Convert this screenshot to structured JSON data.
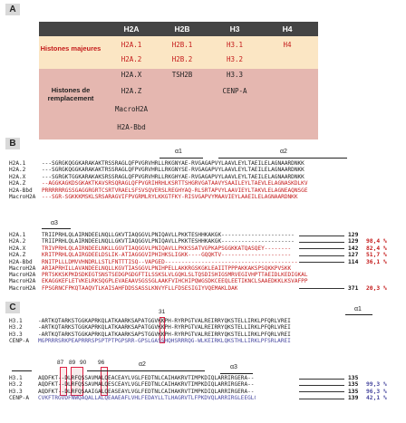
{
  "panels": {
    "a": "A",
    "b": "B",
    "c": "C"
  },
  "tableA": {
    "headers": [
      "H2A",
      "H2B",
      "H3",
      "H4"
    ],
    "major_label": "Histones majeures",
    "major": {
      "H2A": [
        "H2A.1",
        "H2A.2"
      ],
      "H2B": [
        "H2B.1",
        "H2B.2"
      ],
      "H3": [
        "H3.1",
        "H3.2"
      ],
      "H4": [
        "H4"
      ]
    },
    "replacement_label": "Histones de remplacement",
    "replacement": {
      "H2A": [
        "H2A.X",
        "H2A.Z",
        "MacroH2A",
        "H2A-Bbd"
      ],
      "H2B": [
        "TSH2B"
      ],
      "H3": [
        "H3.3",
        "CENP-A"
      ]
    }
  },
  "panelB": {
    "helices_top": [
      "α1",
      "α2"
    ],
    "block1": [
      {
        "name": "H2A.1",
        "seq": "---SGRGKQGGKARAKAKTRSSRAGLQFPVGRVHRLLRKGNYAE-RVGAGAPVYLAAVLEYLTAEILELAGNAARDNKK"
      },
      {
        "name": "H2A.2",
        "seq": "---SGRGKQGGKARAKAKTRSSRAGLQFPVGRVHRLLRKGNYSE-RVGAGAPVYLAAVLEYLTAEILELAGNAARDNKK"
      },
      {
        "name": "H2A.X",
        "seq": "---SGRGKTGGKARAKAKSRSSRAGLQFPVGRVHRLLRKGHYAE-RVGAGAPVYLAAVLEYLTAEILELAGNAARDNKK"
      },
      {
        "name": "H2A.Z",
        "seq": "--AGGKAGKDSGKAKTKAVSRSQRAGLQFPVGRIHRHLKSRTTSHGRVGATAAVYSAAILEYLTAEVLELAGNASKDLKV"
      },
      {
        "name": "H2A-Bbd",
        "seq": "PRRRRRRGSSGAGGRGRTCSRTVRAELSFSVSQVERSLREGHYAQ-RLSRTAPVYLAAVIEYLTAKVLELAGNEAQNSGE"
      },
      {
        "name": "MacroH2A",
        "seq": "---SGR-SGKKKMSKLSRSARAGVIFPVGRMLRYLKKGTFKY-RISVGAPVYMAAVIEYLAAEILELAGNAARDNKK"
      }
    ],
    "helix_bottom": "α3",
    "block2": [
      {
        "name": "H2A.1",
        "seq": "TRIIPRHLQLAIRNDEELNQLLGKVTIAQGGVLPNIQAVLLPKKTESHHKAKGK----------------------",
        "num": "129",
        "pct": ""
      },
      {
        "name": "H2A.2",
        "seq": "TRIIPRHLQLAIRNDEELNQLLGKVTIAQGGVLPNIQAVLLPKKTESHHKAKGK----------------------",
        "num": "129",
        "pct": "98,4 %"
      },
      {
        "name": "H2A.X",
        "seq": "TRIVPRHLQLAIRNDEELNKLLGGVTIAQGGVLPNIQAVLLPKKSSATVGPKAPSGGKKATQASQEY--------",
        "num": "142",
        "pct": "82,4 %"
      },
      {
        "name": "H2A.Z",
        "seq": "KRITPRHLQLAIRGDEELDSLIK-ATIAGGGVIPHIHKSLIGKK----GQQKTV---------------------",
        "num": "127",
        "pct": "51,7 %"
      },
      {
        "name": "H2A-Bbd",
        "seq": "RNITPLLLDMVVHNDRLLSTLFNTTTISQ--VAPGED----------------------------------------",
        "num": "114",
        "pct": "36,1 %"
      },
      {
        "name": "MacroH2A",
        "seq": "ARIAPRHILLAVANDEELNQLLKGVTIASGGVLPNIHPELLAKKRGSKGKLEAIITPPPAKKAKSPSQKKPVSKK"
      }
    ],
    "block3": [
      {
        "name": "MacroH2A",
        "seq": "PRTSKKSKPKDSDKEGTSNSTSEDGPGDGFTILSSKSLVLGQKLSLTQSDISHIGSMRVEGIVHPTTAEIDLKEDIGKAL"
      },
      {
        "name": "MacroH2A",
        "seq": "EKAGGKEFLETVKELRKSQGPLEVAEAAVSGSSGLAAKFVIHCHIPQWGSDKCEEQLEETIKNCLSAAEDKKLKSVAFPP"
      },
      {
        "name": "MacroH2A",
        "seq": "FPSGRNCFPKQTAAQVTLKAISAHFDDSSASSLKNVYFLLFDSESIGIYVQEMAKLDAK",
        "num": "371",
        "pct": "20,3 %"
      }
    ]
  },
  "panelC": {
    "pos31": "31",
    "helix_top": "α1",
    "block1": [
      {
        "name": "H3.1",
        "seq": "-ARTKQTARKSTGGKAPRKQLATKAARKSAPATGGVKKPH-RYRPGTVALREIRRYQKSTELLIRKLPFQRLVREI"
      },
      {
        "name": "H3.2",
        "seq": "-ARTKQTARKSTGGKAPRKQLATKAARKSAPATGGVKKPH-RYRPGTVALREIRRYQKSTELLIRKLPFQRLVREI"
      },
      {
        "name": "H3.3",
        "seq": "-ARTKQTARKSTGGKAPRKQLATKAARKSAPSTGGVKKPH-RYRPGTVALREIRRYQKSTELLIRKLPFQRLVREI"
      },
      {
        "name": "CENP-A",
        "seq": "MGPRRRSRKPEAPRRRSPSPTPTPGPSRR-GPSLGASSHQHSRRRQG-WLKEIRKLQKSTHLLIRKLPFSRLAREI"
      }
    ],
    "positions": [
      "87",
      "89",
      "90",
      "96"
    ],
    "helices_bottom": [
      "α2",
      "α3"
    ],
    "block2": [
      {
        "name": "H3.1",
        "seq": "AQDFKT--DLRFQSSAVMALQEACEAYLVGLFEDTNLCAIHAKRVTIMPKDIQLARRIRGERA--",
        "num": "135",
        "pct": ""
      },
      {
        "name": "H3.2",
        "seq": "AQDFKT--DLRFQSSAVMALQESCEAYLVGLFEDTNLCAIHAKRVTIMPKDIQLARRIRGERA--",
        "num": "135",
        "pct": "99,3 %"
      },
      {
        "name": "H3.3",
        "seq": "AQDFKT--DLRFQSAAIGALQEASEAYLVGLFEDTNLCAIHAKRVTIMPKDIQLARRIRGERA--",
        "num": "135",
        "pct": "96,3 %"
      },
      {
        "name": "CENP-A",
        "seq": "CVKFTRGVDFNWQAQALLALQEAAEAFLVHLFEDAYLLTLHAGRVTLFPKDVQLARRIRGLEEGLG",
        "num": "139",
        "pct": "42,1 %"
      }
    ]
  },
  "colors": {
    "red": "#c41a1a",
    "blue": "#4a4aa0",
    "header": "#444444",
    "major_bg": "#fbe6c4",
    "replacement_bg": "#e5b7b0"
  }
}
